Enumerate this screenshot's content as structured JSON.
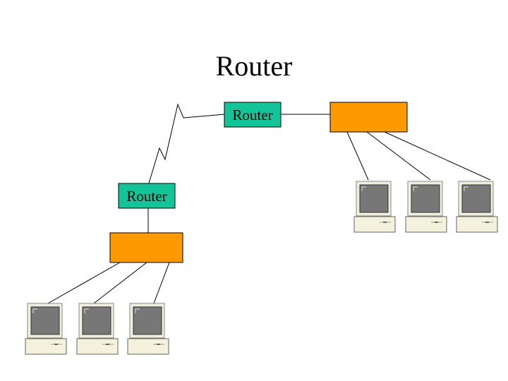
{
  "title": "Router",
  "colors": {
    "router_fill": "#14c499",
    "switch_fill": "#ff9900",
    "monitor_bezel": "#f0eedd",
    "screen": "#777777",
    "base": "#f4f2dc",
    "line": "#000000"
  },
  "router_top": {
    "label": "Router"
  },
  "router_left": {
    "label": "Router"
  },
  "switch_right": {
    "label": ""
  },
  "switch_left": {
    "label": ""
  },
  "computers_right": [
    {
      "id": "pc-right-1"
    },
    {
      "id": "pc-right-2"
    },
    {
      "id": "pc-right-3"
    }
  ],
  "computers_left": [
    {
      "id": "pc-left-1"
    },
    {
      "id": "pc-left-2"
    },
    {
      "id": "pc-left-3"
    }
  ],
  "icons": {
    "router": "router-icon",
    "switch": "switch-icon",
    "computer": "desktop-computer-icon",
    "wan_link": "lightning-link-icon"
  }
}
